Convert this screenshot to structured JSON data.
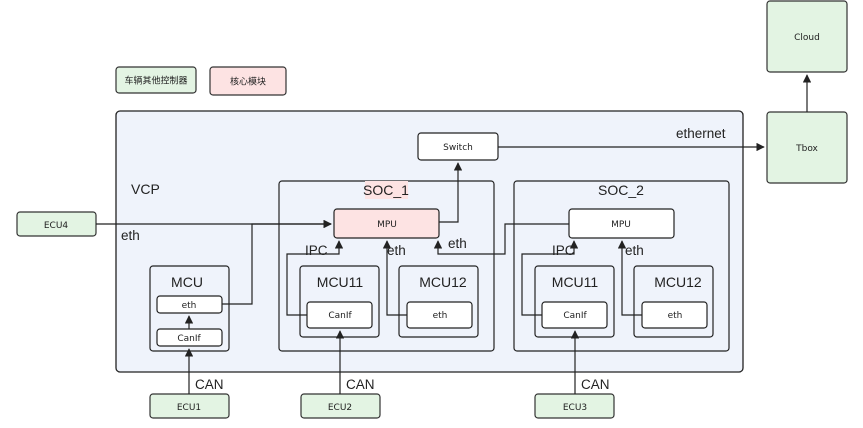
{
  "legend": {
    "other_controllers": "车辆其他控制器",
    "core_module": "核心模块"
  },
  "cloud": "Cloud",
  "tbox": "Tbox",
  "ethernet": "ethernet",
  "vcp": "VCP",
  "switch": "Switch",
  "soc1": {
    "title": "SOC_1",
    "mpu": "MPU",
    "ipc": "IPC",
    "eth": "eth",
    "eth_right": "eth",
    "mcu11": "MCU11",
    "canif": "CanIf",
    "mcu12": "MCU12",
    "mcu12_eth": "eth"
  },
  "soc2": {
    "title": "SOC_2",
    "mpu": "MPU",
    "ipc": "IPC",
    "eth": "eth",
    "mcu11": "MCU11",
    "canif": "CanIf",
    "mcu12": "MCU12",
    "mcu12_eth": "eth"
  },
  "mcu": {
    "title": "MCU",
    "eth": "eth",
    "canif": "CanIf"
  },
  "ecu1": "ECU1",
  "ecu2": "ECU2",
  "ecu3": "ECU3",
  "ecu4": "ECU4",
  "eth_ecu4": "eth",
  "can1": "CAN",
  "can2": "CAN",
  "can3": "CAN",
  "colors": {
    "green": "#e3f4e3",
    "pink": "#fde3e3",
    "vcp_bg": "#eff3fb"
  }
}
